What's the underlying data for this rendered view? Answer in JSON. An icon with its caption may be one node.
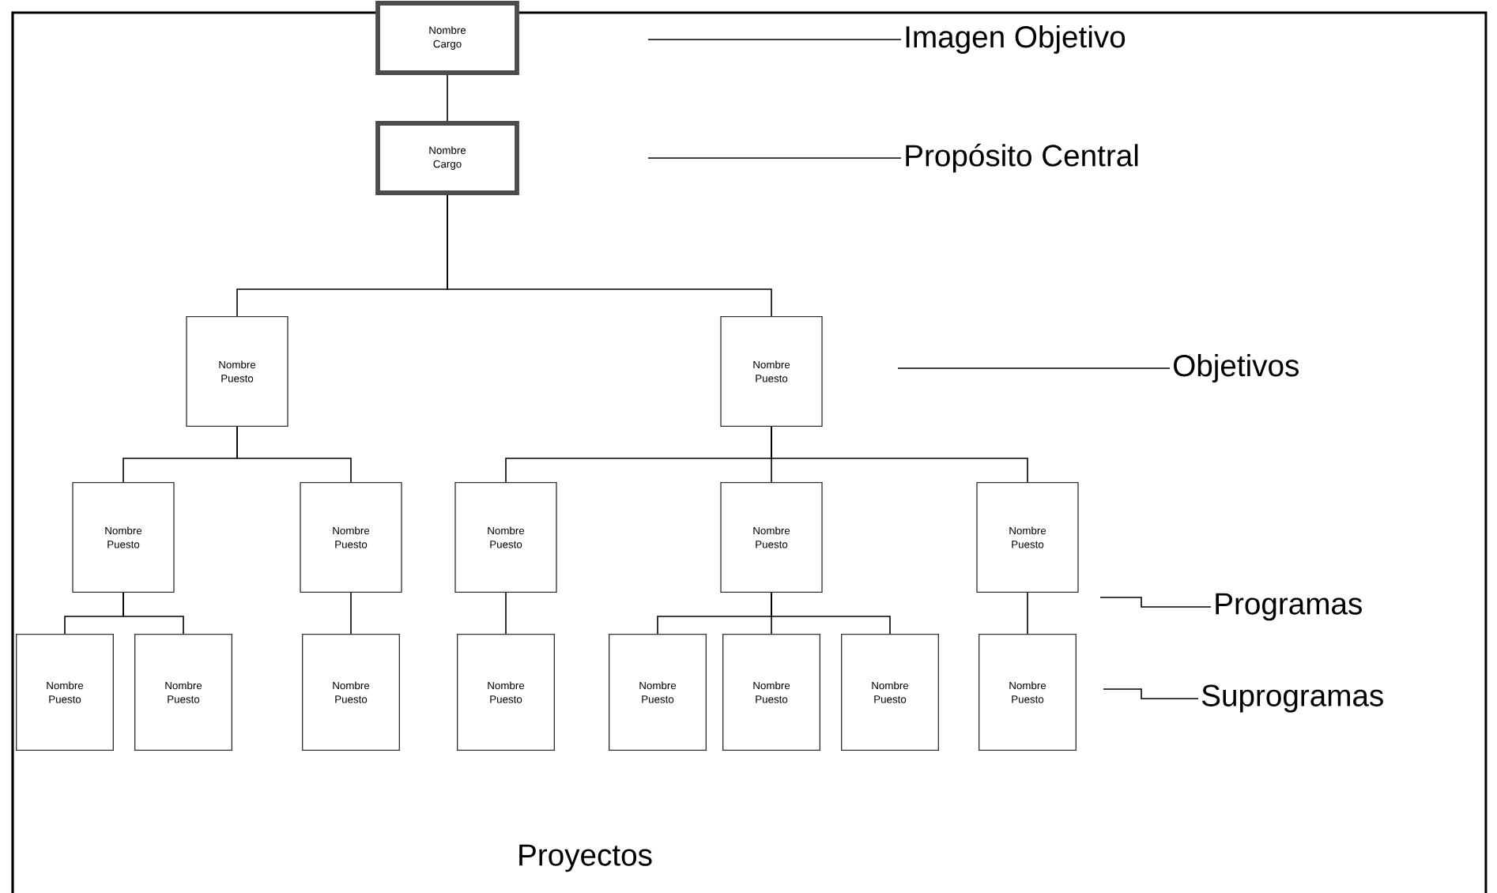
{
  "diagram": {
    "nodes": [
      {
        "text": [
          "Nombre Cargo"
        ]
      },
      {
        "text": [
          "Nombre Cargo"
        ]
      },
      {
        "text": [
          "Nombre Puesto"
        ]
      },
      {
        "text": [
          "Nombre Puesto"
        ]
      },
      {
        "text": [
          "Nombre Puesto"
        ]
      },
      {
        "text": [
          "Nombre Puesto"
        ]
      },
      {
        "text": [
          "Nombre Puesto"
        ]
      },
      {
        "text": [
          "Nombre Puesto"
        ]
      },
      {
        "text": [
          "Nombre Puesto"
        ]
      },
      {
        "text": [
          "Nombre Puesto"
        ]
      },
      {
        "text": [
          "Nombre Puesto"
        ]
      },
      {
        "text": [
          "Nombre Puesto"
        ]
      },
      {
        "text": [
          "Nombre Puesto"
        ]
      },
      {
        "text": [
          "Nombre Puesto"
        ]
      },
      {
        "text": [
          "Nombre Puesto"
        ]
      },
      {
        "text": [
          "Nombre Puesto"
        ]
      },
      {
        "text": [
          "Nombre Puesto"
        ]
      },
      {
        "text": [
          "Imagen Objetivo"
        ]
      },
      {
        "text": [
          "Propósito Central"
        ]
      },
      {
        "text": [
          "Objetivos"
        ]
      },
      {
        "text": [
          "Programas"
        ]
      },
      {
        "text": [
          "Suprogramas"
        ]
      }
    ],
    "edges": [
      {
        "from": 0,
        "to": 1,
        "arrow": "none"
      },
      {
        "from": 1,
        "to": 2,
        "arrow": "none"
      },
      {
        "from": 1,
        "to": 3,
        "arrow": "none"
      },
      {
        "from": 2,
        "to": 4,
        "arrow": "none"
      },
      {
        "from": 2,
        "to": 5,
        "arrow": "none"
      },
      {
        "from": 3,
        "to": 6,
        "arrow": "none"
      },
      {
        "from": 3,
        "to": 7,
        "arrow": "none"
      },
      {
        "from": 3,
        "to": 8,
        "arrow": "none"
      },
      {
        "from": 4,
        "to": 9,
        "arrow": "none"
      },
      {
        "from": 4,
        "to": 10,
        "arrow": "none"
      },
      {
        "from": 5,
        "to": 11,
        "arrow": "none"
      },
      {
        "from": 6,
        "to": 12,
        "arrow": "none"
      },
      {
        "from": 7,
        "to": 13,
        "arrow": "none"
      },
      {
        "from": 7,
        "to": 14,
        "arrow": "none"
      },
      {
        "from": 7,
        "to": 15,
        "arrow": "none"
      },
      {
        "from": 8,
        "to": 16,
        "arrow": "none"
      },
      {
        "from": 17,
        "to": null,
        "arrow": "none"
      },
      {
        "from": 18,
        "to": null,
        "arrow": "none"
      },
      {
        "from": 19,
        "to": null,
        "arrow": "none"
      },
      {
        "from": 20,
        "to": null,
        "arrow": "none"
      },
      {
        "from": 21,
        "to": null,
        "arrow": "none"
      }
    ],
    "labels": [
      "Proyectos"
    ]
  }
}
